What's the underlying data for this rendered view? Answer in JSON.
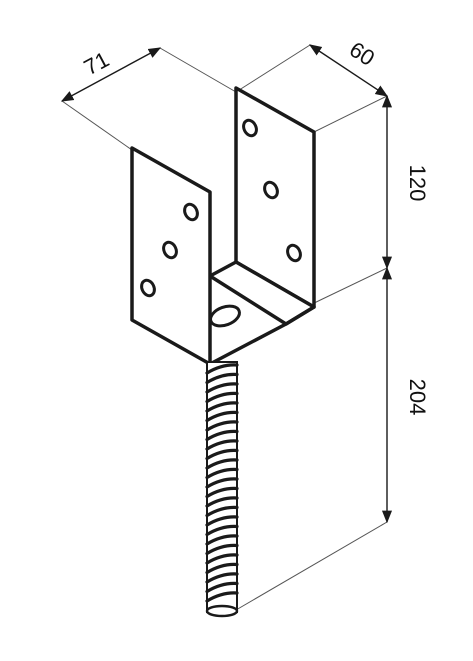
{
  "drawing": {
    "subject_icon": "u-post-anchor-with-threaded-rod",
    "dimensions": {
      "width_front": "71",
      "depth": "60",
      "bracket_height": "120",
      "rod_length": "204"
    },
    "colors": {
      "line": "#1a1a1a",
      "fill": "#ffffff"
    }
  }
}
